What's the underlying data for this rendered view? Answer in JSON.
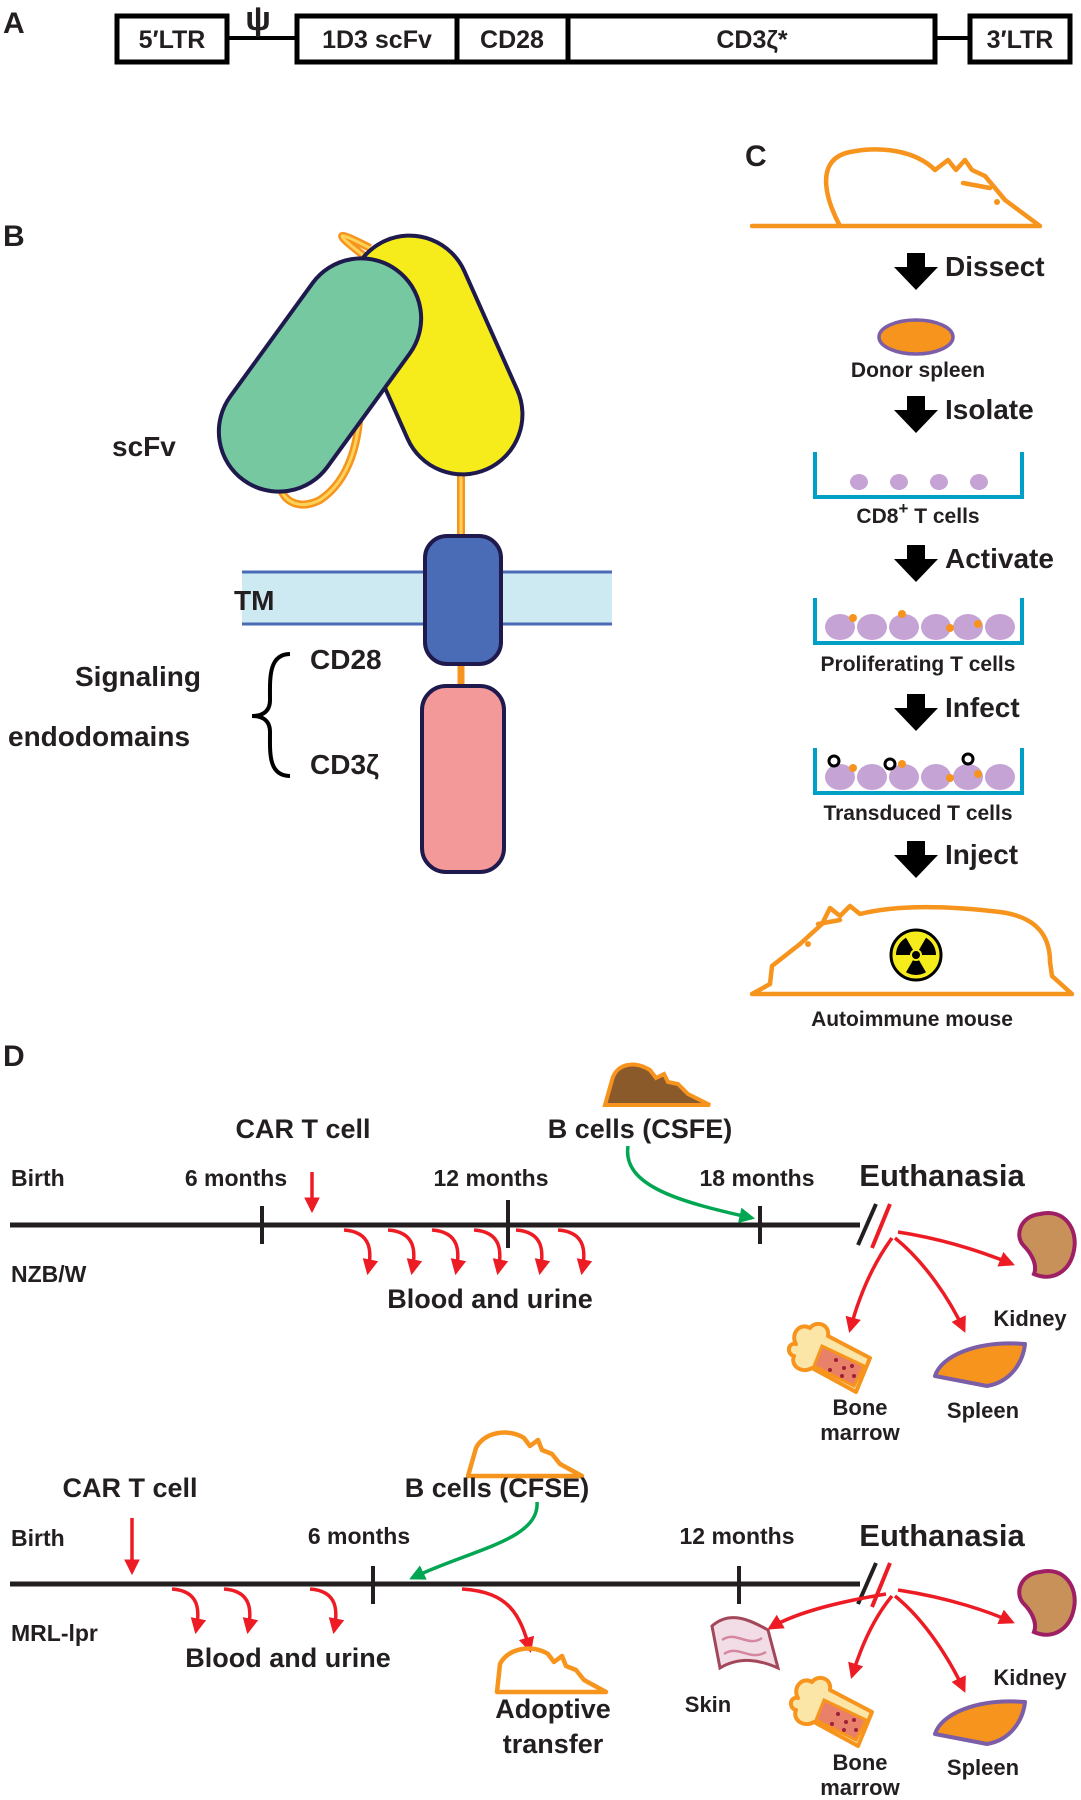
{
  "panels": {
    "a": "A",
    "b": "B",
    "c": "C",
    "d": "D"
  },
  "construct": {
    "ltr5": "5′LTR",
    "psi": "ψ",
    "scfv": "1D3 scFv",
    "cd28": "CD28",
    "cd3z": "CD3ζ*",
    "ltr3": "3′LTR"
  },
  "car": {
    "scfv": "scFv",
    "tm": "TM",
    "signaling_line1": "Signaling",
    "signaling_line2": "endodomains",
    "cd28": "CD28",
    "cd3z": "CD3ζ",
    "colors": {
      "vl": "#76c8a0",
      "vh": "#f6ec1c",
      "tm": "#4a6bb5",
      "cd3z": "#f4999a",
      "linker": "#f7941d",
      "membrane": "#cde9f1"
    }
  },
  "workflow": {
    "steps": [
      "Dissect",
      "Isolate",
      "Activate",
      "Infect",
      "Inject"
    ],
    "labels": {
      "spleen": "Donor  spleen",
      "cd8": "CD8",
      "cd8_sup": "+",
      "cd8_rest": " T cells",
      "proliferating": "Proliferating T cells",
      "transduced": "Transduced T cells",
      "mouse": "Autoimmune mouse"
    }
  },
  "timeline_nzbw": {
    "strain": "NZB/W",
    "birth": "Birth",
    "ticks": [
      "6 months",
      "12 months",
      "18 months"
    ],
    "car": "CAR T cell",
    "bcells": "B cells (CSFE)",
    "sampling": "Blood and urine",
    "end": "Euthanasia",
    "organs": {
      "kidney": "Kidney",
      "spleen": "Spleen",
      "bone1": "Bone",
      "bone2": "marrow"
    }
  },
  "timeline_mrl": {
    "strain": "MRL-lpr",
    "birth": "Birth",
    "ticks": [
      "6 months",
      "12 months"
    ],
    "car": "CAR T cell",
    "bcells": "B cells (CFSE)",
    "sampling": "Blood and urine",
    "adoptive1": "Adoptive",
    "adoptive2": "transfer",
    "end": "Euthanasia",
    "organs": {
      "kidney": "Kidney",
      "spleen": "Spleen",
      "bone1": "Bone",
      "bone2": "marrow",
      "skin": "Skin"
    }
  }
}
